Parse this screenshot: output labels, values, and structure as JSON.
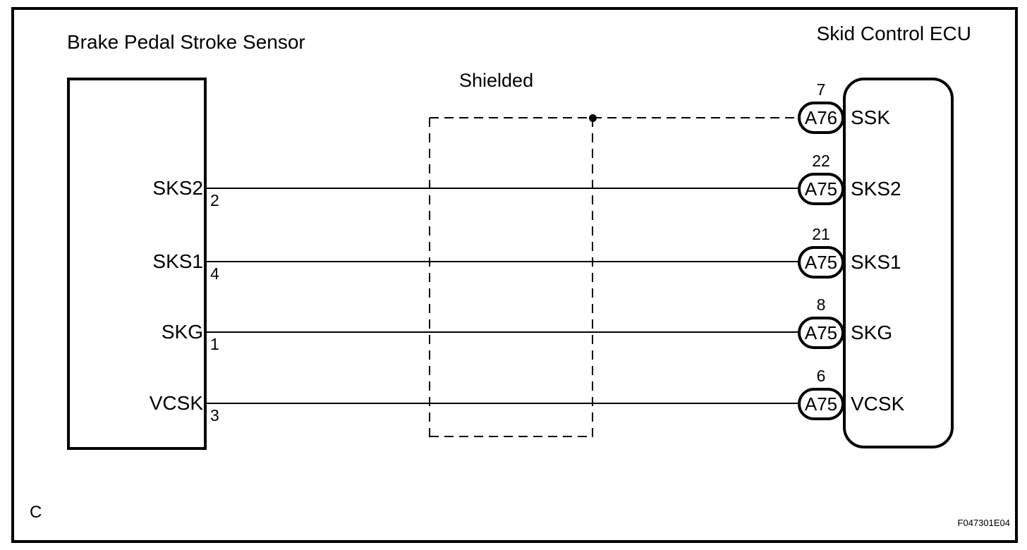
{
  "figure": {
    "shield_label": "Shielded",
    "footer_mark": "C",
    "figure_code": "F047301E04",
    "colors": {
      "ink": "#000000",
      "paper": "#ffffff"
    }
  },
  "sensor": {
    "title": "Brake Pedal Stroke Sensor",
    "pins": [
      {
        "label": "SKS2",
        "number": "2"
      },
      {
        "label": "SKS1",
        "number": "4"
      },
      {
        "label": "SKG",
        "number": "1"
      },
      {
        "label": "VCSK",
        "number": "3"
      }
    ]
  },
  "ecu": {
    "title": "Skid Control ECU",
    "pins": [
      {
        "number": "7",
        "connector": "A76",
        "label": "SSK"
      },
      {
        "number": "22",
        "connector": "A75",
        "label": "SKS2"
      },
      {
        "number": "21",
        "connector": "A75",
        "label": "SKS1"
      },
      {
        "number": "8",
        "connector": "A75",
        "label": "SKG"
      },
      {
        "number": "6",
        "connector": "A75",
        "label": "VCSK"
      }
    ]
  },
  "connections": [
    {
      "from": "shield drain",
      "to": "A76-7 SSK",
      "type": "dashed"
    },
    {
      "from": "SKS2-2",
      "to": "A75-22 SKS2",
      "type": "solid"
    },
    {
      "from": "SKS1-4",
      "to": "A75-21 SKS1",
      "type": "solid"
    },
    {
      "from": "SKG-1",
      "to": "A75-8 SKG",
      "type": "solid"
    },
    {
      "from": "VCSK-3",
      "to": "A75-6 VCSK",
      "type": "solid"
    }
  ]
}
